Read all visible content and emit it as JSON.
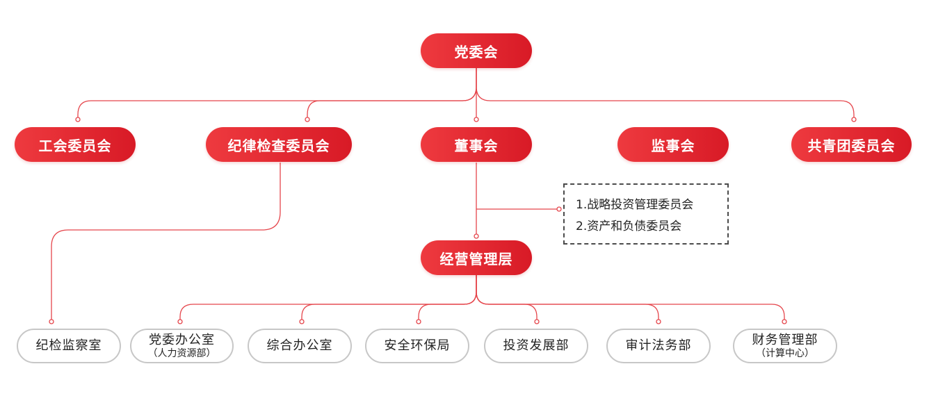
{
  "top": {
    "party_committee": "党委会"
  },
  "tier2": {
    "union": "工会委员会",
    "discipline": "纪律检查委员会",
    "board": "董事会",
    "supervisory": "监事会",
    "youth_league": "共青团委员会"
  },
  "committees": [
    "1.战略投资管理委员会",
    "2.资产和负债委员会"
  ],
  "management": "经营管理层",
  "departments": {
    "discipline_office": {
      "label": "纪检监察室"
    },
    "party_office": {
      "label": "党委办公室",
      "sub": "（人力资源部）"
    },
    "general_office": {
      "label": "综合办公室"
    },
    "safety_env": {
      "label": "安全环保局"
    },
    "investment_dev": {
      "label": "投资发展部"
    },
    "audit_legal": {
      "label": "审计法务部"
    },
    "finance": {
      "label": "财务管理部",
      "sub": "（计算中心）"
    }
  },
  "colors": {
    "accent": "#e0252e",
    "line": "#e5454b",
    "grey_border": "#c7c7c7",
    "dashed_border": "#4a4a4a"
  }
}
